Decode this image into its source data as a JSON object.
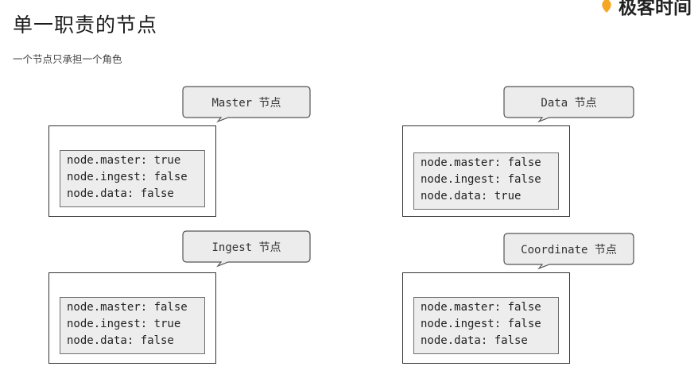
{
  "header": {
    "title": "单一职责的节点",
    "subtitle": "一个节点只承担一个角色",
    "logo_text": "极客时间",
    "logo_icon": "geek-time-logo-icon",
    "accent_color": "#f5a623"
  },
  "nodes": [
    {
      "callout": "Master 节点",
      "config": [
        "node.master: true",
        "node.ingest: false",
        "node.data: false"
      ]
    },
    {
      "callout": "Data 节点",
      "config": [
        "node.master: false",
        "node.ingest: false",
        "node.data: true"
      ]
    },
    {
      "callout": "Ingest 节点",
      "config": [
        "node.master: false",
        "node.ingest: true",
        "node.data: false"
      ]
    },
    {
      "callout": "Coordinate 节点",
      "config": [
        "node.master: false",
        "node.ingest: false",
        "node.data: false"
      ]
    }
  ]
}
